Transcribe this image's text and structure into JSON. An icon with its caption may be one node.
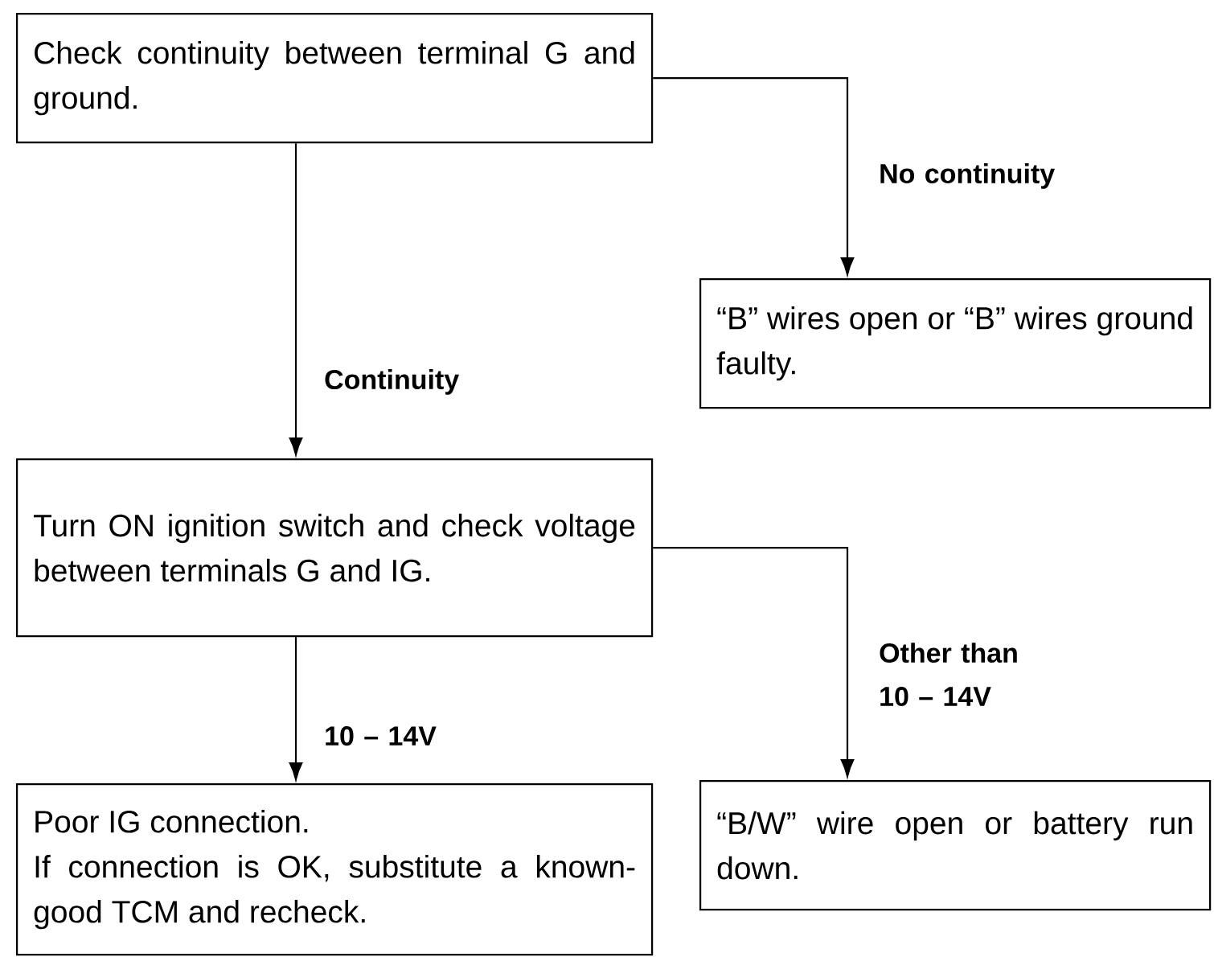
{
  "diagram": {
    "nodes": [
      {
        "text": [
          "Check continuity between terminal G and ground."
        ]
      },
      {
        "text": [
          "“B” wires open or “B” wires ground faulty."
        ]
      },
      {
        "text": [
          "Turn ON ignition switch and check voltage between terminals G and IG."
        ]
      },
      {
        "text": [
          "Poor IG connection.",
          "If connection is OK, substitute a known-good TCM and recheck."
        ]
      },
      {
        "text": [
          "“B/W” wire open or battery run down."
        ]
      }
    ],
    "edges": [
      {
        "from": 0,
        "to": 1,
        "arrow": "to",
        "label": "No continuity"
      },
      {
        "from": 0,
        "to": 2,
        "arrow": "to",
        "label": "Continuity"
      },
      {
        "from": 2,
        "to": 3,
        "arrow": "to",
        "label": "10 – 14V"
      },
      {
        "from": 2,
        "to": 4,
        "arrow": "to",
        "label": "Other than 10 – 14V"
      }
    ]
  }
}
